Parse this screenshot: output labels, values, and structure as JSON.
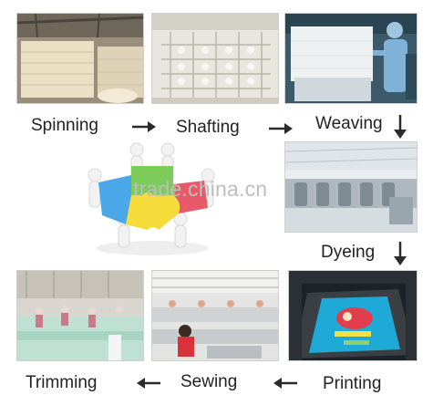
{
  "steps": {
    "spinning": "Spinning",
    "shafting": "Shafting",
    "weaving": "Weaving",
    "dyeing": "Dyeing",
    "printing": "Printing",
    "sewing": "Sewing",
    "trimming": "Trimming"
  },
  "watermark": "trade.china.cn",
  "icons": {
    "right": "arrow-right-icon",
    "left": "arrow-left-icon",
    "down": "arrow-down-icon"
  },
  "colors": {
    "arrow": "#2b2b2b",
    "puzzle_green": "#7ccc5a",
    "puzzle_red": "#e85a6a",
    "puzzle_yellow": "#f5dc3a",
    "puzzle_blue": "#4aa8e8"
  }
}
